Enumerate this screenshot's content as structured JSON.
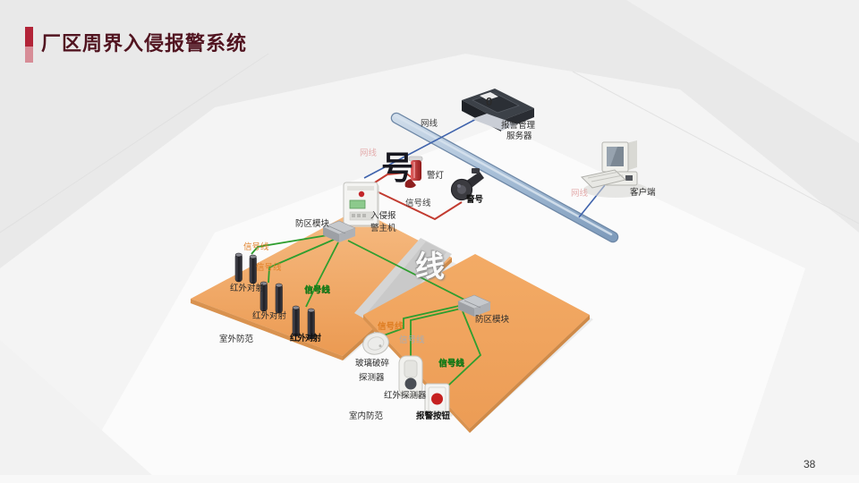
{
  "slide": {
    "title": "厂区周界入侵报警系统",
    "page_number": "38"
  },
  "colors": {
    "accent_red": "#b22438",
    "accent_red_light": "#d78d97",
    "platform_orange": "#f0a865",
    "signal_green": "#2f9e2f",
    "network_blue": "#3f63ac",
    "alarm_red_line": "#c23b30",
    "backbone_blue": "#9db7d2"
  },
  "diagram": {
    "devices": {
      "server": {
        "label_line1": "报警管理",
        "label_line2": "服务器",
        "screen_glyph": "0"
      },
      "client": {
        "label": "客户端"
      },
      "host": {
        "label_line1": "入侵报",
        "label_line2": "警主机"
      },
      "zone_module_left": {
        "label": "防区模块"
      },
      "zone_module_right": {
        "label": "防区模块"
      },
      "beam_pair_1": {
        "label": "红外对射"
      },
      "beam_pair_2": {
        "label": "红外对射"
      },
      "beam_pair_3": {
        "label": "红外对射"
      },
      "glass_break": {
        "label_line1": "玻璃破碎",
        "label_line2": "探测器"
      },
      "pir_detector": {
        "label": "红外探测器"
      },
      "panic_button": {
        "label": "报警按钮"
      },
      "alarm_light": {
        "label": "警灯"
      },
      "alarm_horn": {
        "label": "警号"
      }
    },
    "zones": {
      "outdoor": "室外防范",
      "indoor": "室内防范"
    },
    "wires": {
      "net_server": "网线",
      "net_host": "网线",
      "net_client": "网线",
      "sig_horn": "信号线",
      "sig_left_1": "信号线",
      "sig_left_2": "信号线",
      "sig_left_3": "信号线",
      "sig_right_1": "信号线",
      "sig_right_2": "信号线",
      "sig_right_3": "信号线",
      "big_char_1": "号",
      "big_char_2": "线"
    }
  }
}
